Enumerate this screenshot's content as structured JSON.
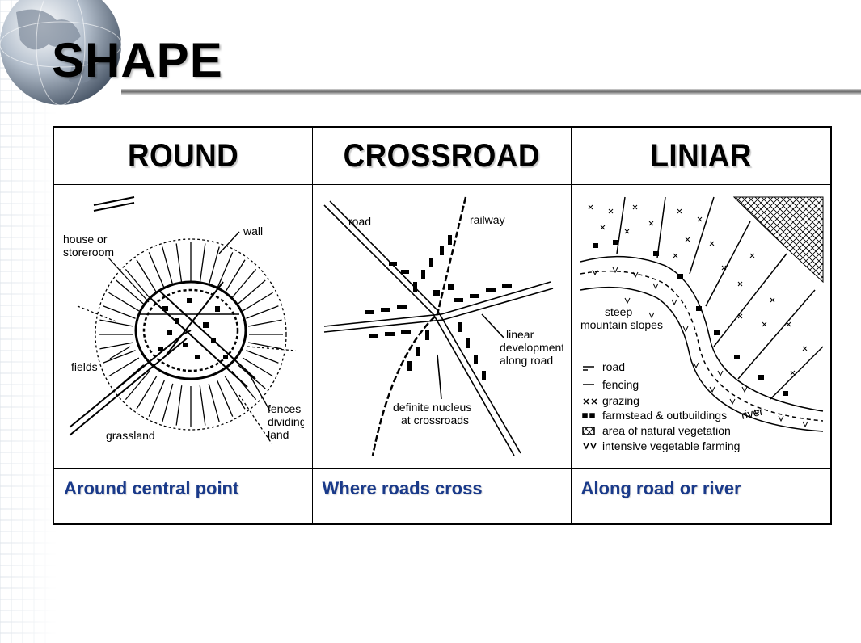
{
  "title": "SHAPE",
  "columns": [
    {
      "header": "ROUND",
      "description": "Around central point",
      "labels": {
        "house": [
          "house or",
          "storeroom"
        ],
        "wall": "wall",
        "fields": "fields",
        "grassland": "grassland",
        "fences": [
          "fences",
          "dividing",
          "land"
        ]
      }
    },
    {
      "header": "CROSSROAD",
      "description": "Where roads cross",
      "labels": {
        "road": "road",
        "railway": "railway",
        "linear": [
          "linear",
          "development",
          "along road"
        ],
        "nucleus": [
          "definite nucleus",
          "at crossroads"
        ]
      }
    },
    {
      "header": "LINIAR",
      "description": "Along road or river",
      "labels": {
        "steep": [
          "steep",
          "mountain slopes"
        ],
        "river": "river",
        "legend": [
          "road",
          "fencing",
          "grazing",
          "farmstead & outbuildings",
          "area of natural vegetation",
          "intensive vegetable farming"
        ]
      }
    }
  ],
  "colors": {
    "description_text": "#1a3a8a",
    "border": "#000000"
  }
}
